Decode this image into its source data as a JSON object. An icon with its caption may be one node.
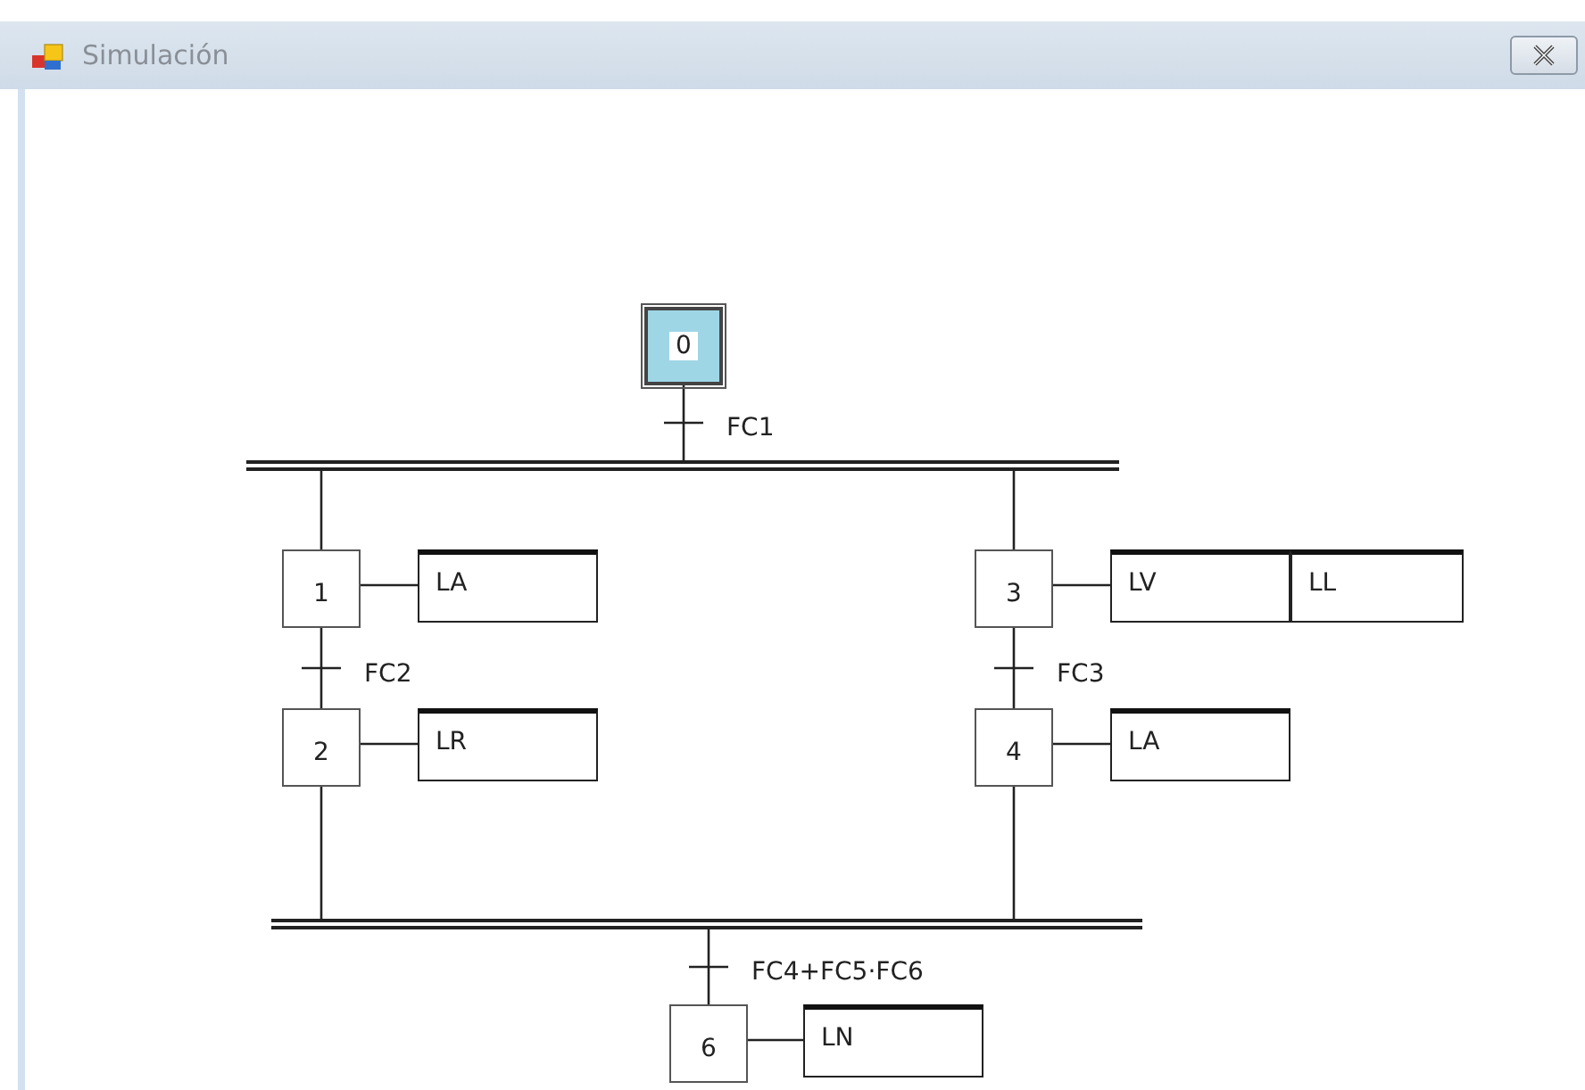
{
  "diagram": {
    "title": "Simulación",
    "nodes": [
      {
        "text": [
          "0"
        ]
      },
      {
        "text": [],
        "shape": "bar"
      },
      {
        "text": [
          "1"
        ]
      },
      {
        "text": [
          "LA"
        ]
      },
      {
        "text": [
          "2"
        ]
      },
      {
        "text": [
          "LR"
        ]
      },
      {
        "text": [
          "3"
        ]
      },
      {
        "text": [
          "LV"
        ]
      },
      {
        "text": [
          "LL"
        ]
      },
      {
        "text": [
          "4"
        ]
      },
      {
        "text": [
          "LA"
        ]
      },
      {
        "text": [],
        "shape": "bar"
      },
      {
        "text": [
          "6"
        ]
      },
      {
        "text": [
          "LN"
        ]
      }
    ],
    "edges": [
      {
        "from": 0,
        "to": 1,
        "arrow": "none",
        "label": "FC1"
      },
      {
        "from": 1,
        "to": 2,
        "arrow": "none"
      },
      {
        "from": 1,
        "to": 6,
        "arrow": "none"
      },
      {
        "from": 2,
        "to": 3,
        "arrow": "none"
      },
      {
        "from": 2,
        "to": 4,
        "arrow": "none",
        "label": "FC2"
      },
      {
        "from": 4,
        "to": 5,
        "arrow": "none"
      },
      {
        "from": 6,
        "to": 7,
        "arrow": "none"
      },
      {
        "from": 6,
        "to": 9,
        "arrow": "none",
        "label": "FC3"
      },
      {
        "from": 9,
        "to": 10,
        "arrow": "none"
      },
      {
        "from": 4,
        "to": 11,
        "arrow": "none"
      },
      {
        "from": 9,
        "to": 11,
        "arrow": "none"
      },
      {
        "from": 11,
        "to": 12,
        "arrow": "none",
        "label": "FC4+FC5·FC6"
      },
      {
        "from": 12,
        "to": 13,
        "arrow": "none"
      }
    ]
  }
}
